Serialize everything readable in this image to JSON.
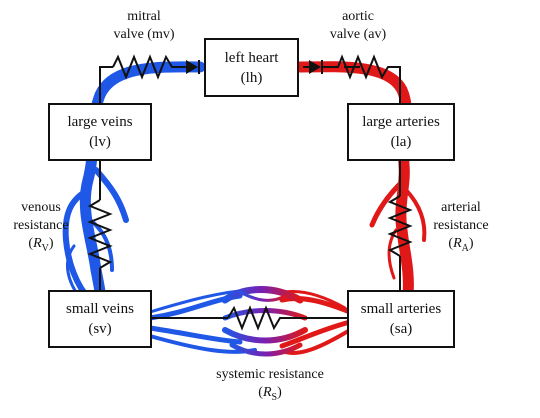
{
  "boxes": {
    "left_heart": {
      "line1": "left heart",
      "line2": "(lh)"
    },
    "large_veins": {
      "line1": "large veins",
      "line2": "(lv)"
    },
    "large_arteries": {
      "line1": "large arteries",
      "line2": "(la)"
    },
    "small_veins": {
      "line1": "small veins",
      "line2": "(sv)"
    },
    "small_arteries": {
      "line1": "small arteries",
      "line2": "(sa)"
    }
  },
  "labels": {
    "mitral_valve": {
      "line1": "mitral",
      "line2": "valve (mv)"
    },
    "aortic_valve": {
      "line1": "aortic",
      "line2": "valve (av)"
    },
    "venous_resistance": {
      "line1": "venous",
      "line2": "resistance",
      "symbol": "R",
      "sub": "V"
    },
    "arterial_resistance": {
      "line1": "arterial",
      "line2": "resistance",
      "symbol": "R",
      "sub": "A"
    },
    "systemic_resistance": {
      "line1": "systemic resistance",
      "symbol": "R",
      "sub": "S"
    }
  },
  "colors": {
    "venous_blue": "#1f57e6",
    "arterial_red": "#e01818",
    "mixed_purple": "#7a1fb0",
    "wire": "#111111"
  }
}
